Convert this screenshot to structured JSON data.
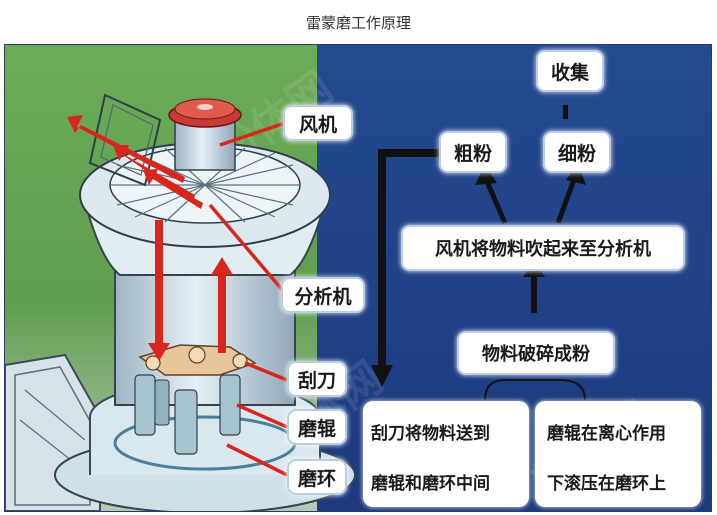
{
  "title": "雷蒙磨工作原理",
  "labels": {
    "fan": "风机",
    "analyzer": "分析机",
    "scraper": "刮刀",
    "roller": "磨辊",
    "ring": "磨环"
  },
  "flow": {
    "collect": "收集",
    "coarse": "粗粉",
    "fine": "细粉",
    "blow_up": "风机将物料吹起来至分析机",
    "crush": "物料破碎成粉",
    "scraper_line1": "刮刀将物料送到",
    "scraper_line2": "磨辊和磨环中间",
    "roller_line1": "磨辊在离心作用",
    "roller_line2": "下滚压在磨环上"
  },
  "watermark": "粉体网",
  "colors": {
    "left_panel": "#5f9e4e",
    "right_panel": "#1f4086",
    "arrow_red": "#d9261c",
    "arrow_black": "#111111"
  }
}
